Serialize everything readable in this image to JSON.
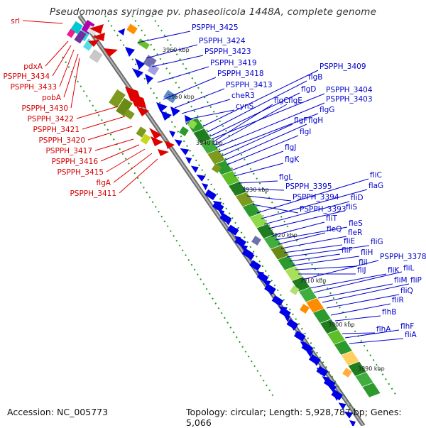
{
  "title": "Pseudomonas syringae pv. phaseolicola 1448A, complete genome",
  "accession": "Accession: NC_005773",
  "topology": "Topology: circular; Length: 5,928,787 bp; Genes: 5,066",
  "kbp_labels": [
    "3960 kbp",
    "3950 kbp",
    "3940 kbp",
    "3930 kbp",
    "3920 kbp",
    "3910 kbp",
    "3900 kbp",
    "3890 kbp"
  ],
  "left_labels": [
    "srl",
    "pdxA",
    "PSPPH_3434",
    "PSPPH_3433",
    "pobA",
    "PSPPH_3430",
    "PSPPH_3422",
    "PSPPH_3421",
    "PSPPH_3420",
    "PSPPH_3417",
    "PSPPH_3416",
    "PSPPH_3415",
    "flgA",
    "PSPPH_3411"
  ],
  "right_labels": [
    "PSPPH_3425",
    "PSPPH_3424",
    "PSPPH_3423",
    "PSPPH_3419",
    "PSPPH_3418",
    "PSPPH_3413",
    "cheR3",
    "cynS",
    "PSPPH_3409",
    "flgB",
    "flgD",
    "PSPPH_3404",
    "flgC",
    "flgE",
    "PSPPH_3403",
    "flgG",
    "flgF",
    "flgH",
    "flgI",
    "flgJ",
    "flgK",
    "flgL",
    "PSPPH_3395",
    "PSPPH_3394",
    "PSPPH_3393",
    "fliC",
    "flaG",
    "fliD",
    "fliS",
    "fliT",
    "fleS",
    "fleQ",
    "fleR",
    "fliE",
    "fliG",
    "fliF",
    "fliH",
    "fliI",
    "fliJ",
    "PSPPH_3378",
    "fliK",
    "fliL",
    "fliM",
    "fliP",
    "fliQ",
    "fliR",
    "flhB",
    "flhA",
    "flhF",
    "fliA"
  ],
  "colors": {
    "backbone": "#8a8a8a",
    "reverse_gene": "#e00000",
    "forward_gene": "#0000e6",
    "cds_green": "#2d9a2d",
    "cds_olive": "#7d9a1e",
    "tick_green": "#1e9a1e"
  }
}
